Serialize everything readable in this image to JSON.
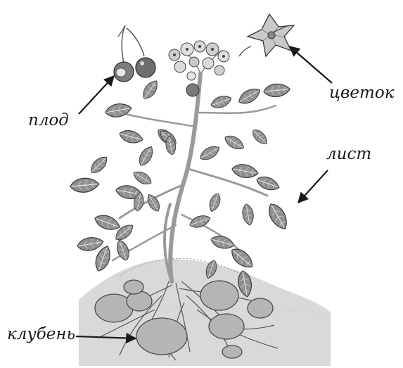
{
  "labels": {
    "fruit": "плод",
    "flower": "цветок",
    "leaf": "лист",
    "tuber": "клубень"
  },
  "colors": {
    "ink": "#1a1a1a",
    "leaf_fill": "#8f8f8f",
    "leaf_dark": "#5f5f5f",
    "stem": "#9a9a9a",
    "tuber_fill": "#b5b5b5",
    "soil": "#d4d4d4",
    "root": "#555555"
  }
}
